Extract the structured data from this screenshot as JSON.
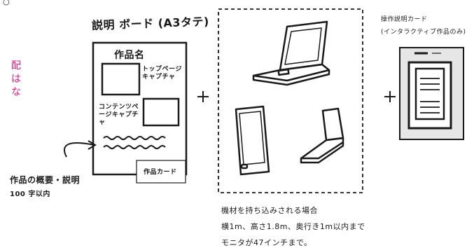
{
  "board": {
    "title": "説明 ボード (A3タテ)",
    "work_name": "作品名",
    "top_page_caption": "トップページキャプチャ",
    "content_page_caption": "コンテンツページキャプチャ",
    "work_card": "作品カード",
    "summary_label": "作品の概要・説明",
    "summary_limit": "100 字以内"
  },
  "plus": "+",
  "equipment": {
    "line1": "機材を持ち込みされる場合",
    "line2": "横1m、高さ1.8m、奥行き1m以内まで",
    "line3": "モニタが47インチまで。"
  },
  "op_card": {
    "title": "操作説明カード",
    "subtitle": "(インタラクティブ作品のみ)"
  },
  "left_fragment": {
    "line1": "配",
    "line2": "は",
    "line3": "な"
  },
  "top_mark": "○",
  "colors": {
    "accent": "#e0197d",
    "ink": "#1a1a1a",
    "card_shade": "#e6e6e6"
  }
}
